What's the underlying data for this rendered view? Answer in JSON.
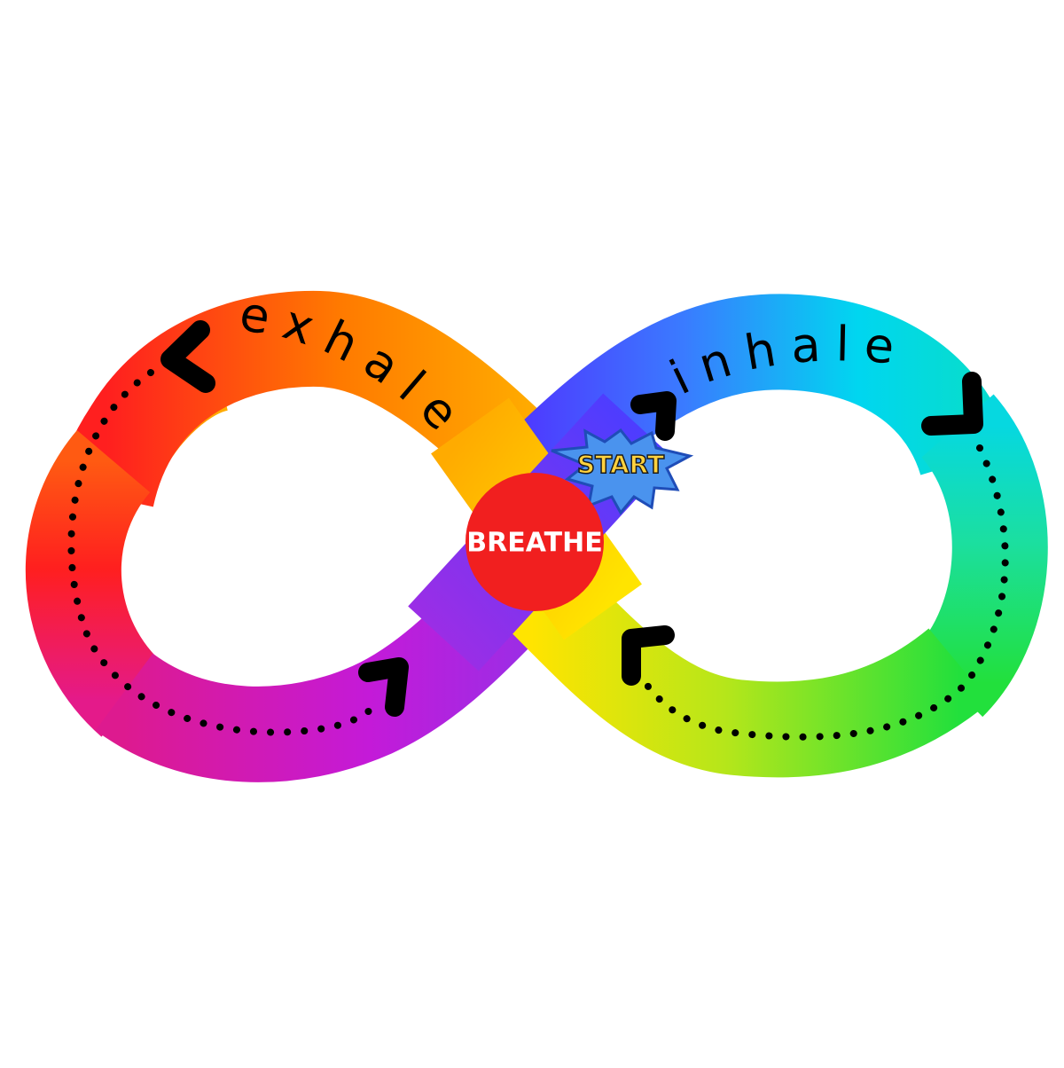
{
  "diagram": {
    "left_loop_label": "exhale",
    "right_loop_label": "inhale",
    "center_label": "BREATHE",
    "start_badge_label": "START",
    "icons": [
      "chevron-arrow-icon",
      "dotted-path",
      "star-burst-icon"
    ],
    "colors": {
      "red": "#ff1f1f",
      "orange": "#ff7a00",
      "amber": "#ffab00",
      "magenta": "#c41ad8",
      "purple": "#9a2ee6",
      "blue": "#4d5dff",
      "cyan": "#00d6f0",
      "teal": "#1bdfa0",
      "green": "#22e03c",
      "yellow": "#ffe400",
      "center_circle": "#f11f1f",
      "star": "#4a93ee",
      "arrow": "#000000"
    },
    "start_letter_colors": [
      "#3fb0ff",
      "#ff6b6b",
      "#ffd23f",
      "#7bd86a",
      "#ff8c42"
    ]
  }
}
